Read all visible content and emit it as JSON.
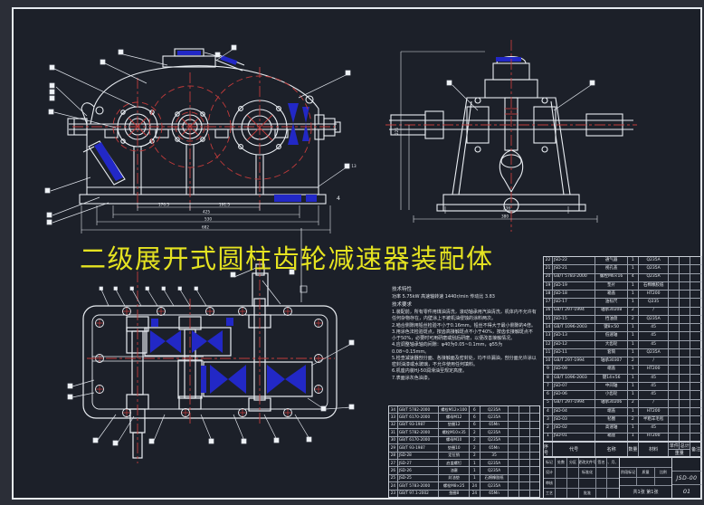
{
  "title": {
    "text": "二级展开式圆柱齿轮减速器装配体"
  },
  "notes": {
    "heading1": "技术特性",
    "perf": "功率 5.75kW   高速轴转速 1440r/min   传动比 3.83",
    "heading2": "技术要求",
    "items": [
      "1.装配前，所有零件用煤油清洗，滚动轴承用汽油清洗，机体内不允许有任何杂物存在，内壁涂上不被机油侵蚀的涂料两次。",
      "2.啮合侧隙用铅丝检验不小于0.16mm，铅丝不得大于最小侧隙的4倍。",
      "3.用涂色法检验斑点，按齿高接触斑点不小于40%，按齿长接触斑点不小于50%，必要时可用研磨或刮后研磨，以便改善接触情况。",
      "4.应调整轴承轴向间隙：φ40为0.05~0.1mm，φ55为0.08~0.15mm。",
      "5.检查减速器剖分面、各接触面及密封处，均不许漏油，剖分面允许涂以密封油漆或水玻璃，不允许使用任何填料。",
      "6.机座内装HJ-50润滑油至规定高度。",
      "7.表面涂灰色油漆。"
    ]
  },
  "bom_header": {
    "no": "序号",
    "code": "代号",
    "name": "名称",
    "qty": "数量",
    "mat": "材料",
    "unit": "单件",
    "total": "总计",
    "weight": "重量",
    "remark": "备注"
  },
  "bom_right_rows": [
    [
      "22",
      "JSD-22",
      "通气器",
      "1",
      "Q235A"
    ],
    [
      "21",
      "JSD-21",
      "视孔盖",
      "1",
      "Q235A"
    ],
    [
      "20",
      "GB/T 5783-2000",
      "螺栓M6×16",
      "4",
      "Q235A"
    ],
    [
      "19",
      "JSD-19",
      "垫片",
      "1",
      "石棉橡胶纸"
    ],
    [
      "18",
      "JSD-18",
      "箱盖",
      "1",
      "HT200"
    ],
    [
      "17",
      "JSD-17",
      "油标尺",
      "1",
      "Q235"
    ],
    [
      "16",
      "GB/T 297-1994",
      "轴承30208",
      "2",
      "/"
    ],
    [
      "15",
      "JSD-15",
      "挡油盘",
      "2",
      "Q235A"
    ],
    [
      "14",
      "GB/T 1096-2003",
      "键8×50",
      "1",
      "45"
    ],
    [
      "13",
      "JSD-13",
      "低速轴",
      "1",
      "45"
    ],
    [
      "12",
      "JSD-12",
      "大齿轮",
      "1",
      "45"
    ],
    [
      "11",
      "JSD-11",
      "套筒",
      "1",
      "Q235A"
    ],
    [
      "10",
      "GB/T 297-1994",
      "轴承30307",
      "2",
      "/"
    ],
    [
      "9",
      "JSD-09",
      "端盖",
      "1",
      "HT200"
    ],
    [
      "8",
      "GB/T 1096-2003",
      "键14×56",
      "1",
      "45"
    ],
    [
      "7",
      "JSD-07",
      "中间轴",
      "1",
      "45"
    ],
    [
      "6",
      "JSD-06",
      "小齿轮",
      "1",
      "45"
    ],
    [
      "5",
      "GB/T 297-1994",
      "轴承30206",
      "2",
      "/"
    ],
    [
      "4",
      "JSD-04",
      "端盖",
      "1",
      "HT200"
    ],
    [
      "3",
      "JSD-03",
      "毡圈",
      "2",
      "半粗羊毛毡"
    ],
    [
      "2",
      "JSD-02",
      "高速轴",
      "1",
      "45"
    ],
    [
      "1",
      "JSD-01",
      "箱座",
      "1",
      "HT200"
    ]
  ],
  "bom_center_rows": [
    [
      "34",
      "GB/T 5782-2000",
      "螺栓M12×100",
      "6",
      "Q235A"
    ],
    [
      "33",
      "GB/T 6170-2000",
      "螺母M12",
      "6",
      "Q235A"
    ],
    [
      "32",
      "GB/T 93-1987",
      "垫圈12",
      "6",
      "65Mn"
    ],
    [
      "31",
      "GB/T 5782-2000",
      "螺栓M10×35",
      "2",
      "Q235A"
    ],
    [
      "30",
      "GB/T 6170-2000",
      "螺母M10",
      "2",
      "Q235A"
    ],
    [
      "29",
      "GB/T 93-1987",
      "垫圈10",
      "2",
      "65Mn"
    ],
    [
      "28",
      "JSD-28",
      "定位销",
      "2",
      "35"
    ],
    [
      "27",
      "JSD-27",
      "启盖螺钉",
      "1",
      "Q235A"
    ],
    [
      "26",
      "JSD-26",
      "油塞",
      "1",
      "Q235A"
    ],
    [
      "25",
      "JSD-25",
      "封油垫",
      "1",
      "石棉橡胶纸"
    ],
    [
      "24",
      "GB/T 5783-2000",
      "螺栓M8×25",
      "24",
      "Q235A"
    ],
    [
      "23",
      "GB/T 97.1-2002",
      "垫圈8",
      "24",
      "65Mn"
    ]
  ],
  "title_block": {
    "row1": [
      "标记",
      "处数",
      "分区",
      "更改文件号",
      "签名",
      "年、月、日"
    ],
    "design": "设计",
    "standard": "标准化",
    "check": "审核",
    "process": "工艺",
    "approve": "批准",
    "stage": "阶段标记",
    "mass": "质量",
    "scale": "比例",
    "sheets": "共1张 第1张",
    "drawing_no": "JSD-00",
    "sheet_no": "01"
  },
  "dims": {
    "front": [
      "170.5",
      "191.5",
      "425",
      "530",
      "682"
    ],
    "side": [
      "236",
      "380"
    ],
    "side_v": [
      "225"
    ]
  },
  "labels": {
    "mark4": "4",
    "mark13": "13"
  }
}
